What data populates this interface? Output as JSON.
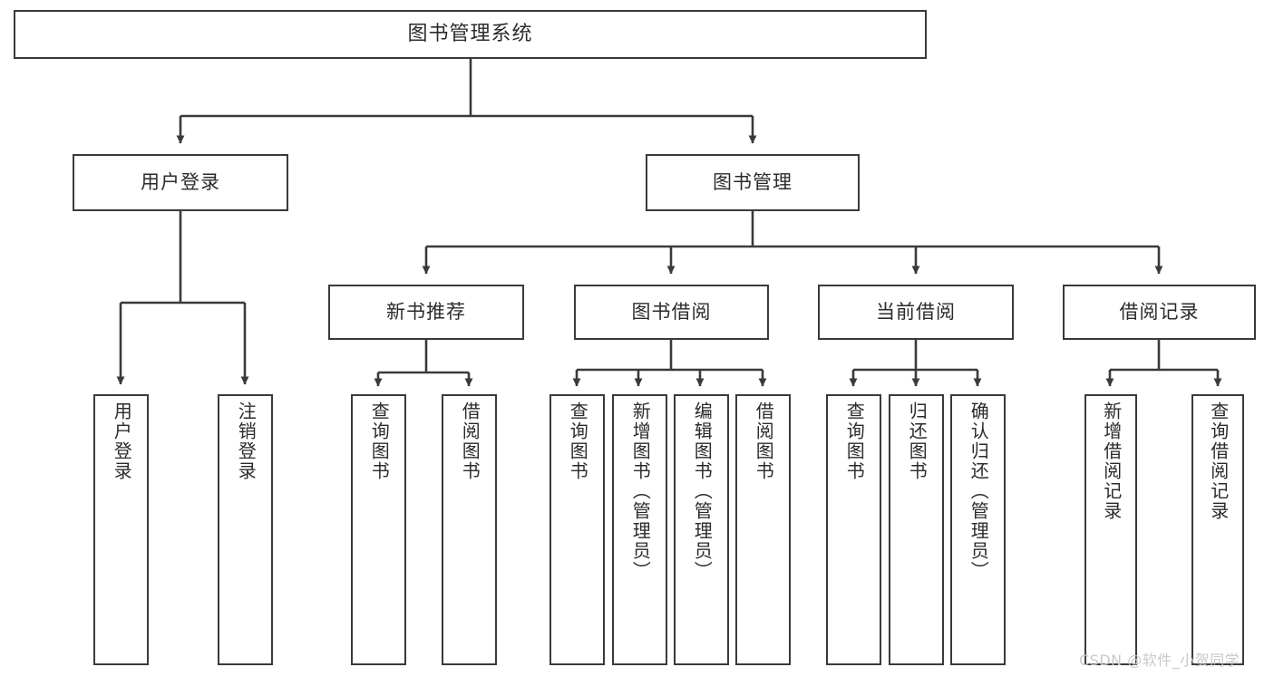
{
  "diagram": {
    "title": "图书管理系统",
    "type": "tree-hierarchy",
    "watermark": "CSDN @软件_小贺同学",
    "root": {
      "label": "图书管理系统"
    },
    "level2": [
      {
        "label": "用户登录"
      },
      {
        "label": "图书管理"
      }
    ],
    "level3": [
      {
        "label": "新书推荐"
      },
      {
        "label": "图书借阅"
      },
      {
        "label": "当前借阅"
      },
      {
        "label": "借阅记录"
      }
    ],
    "leaves": {
      "user_login": [
        {
          "label": "用户登录"
        },
        {
          "label": "注销登录"
        }
      ],
      "new_book_recommend": [
        {
          "label": "查询图书"
        },
        {
          "label": "借阅图书"
        }
      ],
      "book_borrow": [
        {
          "label": "查询图书"
        },
        {
          "label": "新增图书（管理员）"
        },
        {
          "label": "编辑图书（管理员）"
        },
        {
          "label": "借阅图书"
        }
      ],
      "current_borrow": [
        {
          "label": "查询图书"
        },
        {
          "label": "归还图书"
        },
        {
          "label": "确认归还（管理员）"
        }
      ],
      "borrow_record": [
        {
          "label": "新增借阅记录"
        },
        {
          "label": "查询借阅记录"
        }
      ]
    },
    "colors": {
      "stroke": "#3a3a3a",
      "text": "#2b2b2b",
      "background": "#ffffff",
      "watermark": "#c9c9c9"
    }
  }
}
